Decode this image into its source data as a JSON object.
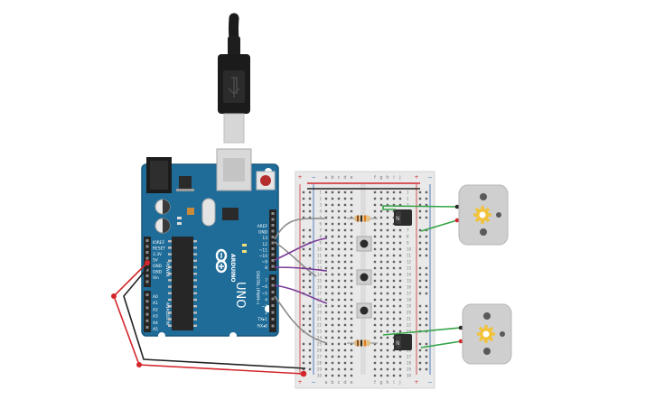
{
  "colors": {
    "board": "#1f6c99",
    "board_edge": "#17587d",
    "header": "#262626",
    "breadboard": "#e9e9e9",
    "rail_red": "#d02b2b",
    "rail_blue": "#2a63b8",
    "wire_red": "#d3262c",
    "wire_black": "#222222",
    "wire_green": "#35a548",
    "wire_purple": "#7a3b97",
    "wire_gray": "#8c8c8c",
    "motor_body": "#cfcfcf",
    "motor_gear": "#f2c23a"
  },
  "arduino": {
    "brand": "ARDUINO",
    "model": "UNO",
    "power_title": "POWER",
    "analog_title": "ANALOG IN",
    "digital_title": "DIGITAL (PWM~)",
    "power_pins": [
      "IOREF",
      "RESET",
      "3.3V",
      "5V",
      "GND",
      "GND",
      "Vin"
    ],
    "analog_pins": [
      "A0",
      "A1",
      "A2",
      "A3",
      "A4",
      "A5"
    ],
    "top_pins": [
      "AREF",
      "GND",
      "13",
      "12",
      "~11",
      "~10",
      "~9",
      "8"
    ],
    "bottom_pins": [
      "7",
      "~6",
      "~5",
      "4",
      "~3",
      "2",
      "TX▸1",
      "RX◂0"
    ]
  },
  "breadboard": {
    "col_letters_left": [
      "a",
      "b",
      "c",
      "d",
      "e"
    ],
    "col_letters_right": [
      "f",
      "g",
      "h",
      "i",
      "j"
    ],
    "row_numbers": [
      "1",
      "2",
      "3",
      "4",
      "5",
      "6",
      "7",
      "8",
      "9",
      "10",
      "11",
      "12",
      "13",
      "14",
      "15",
      "16",
      "17",
      "18",
      "19",
      "20",
      "21",
      "22",
      "23",
      "24",
      "25",
      "26",
      "27",
      "28",
      "29",
      "30"
    ],
    "plus": "+",
    "minus": "−"
  }
}
